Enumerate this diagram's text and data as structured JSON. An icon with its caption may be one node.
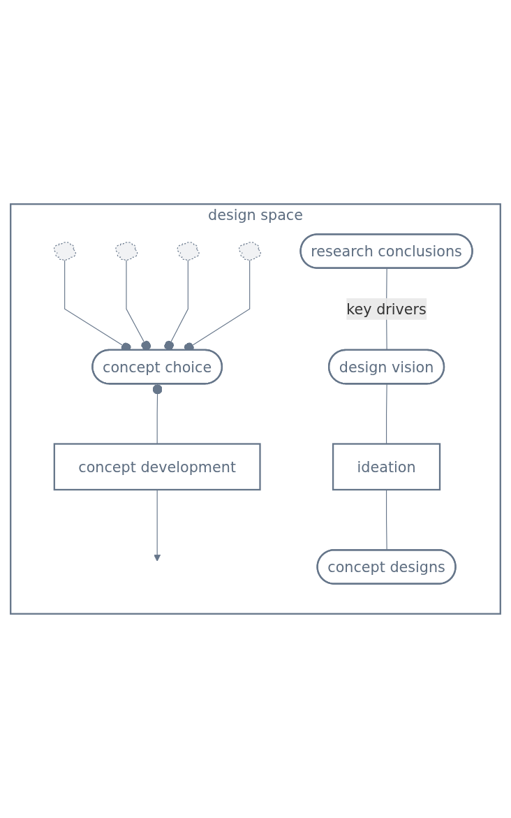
{
  "diagram": {
    "nodes": [
      {
        "text": [
          "design space"
        ]
      },
      {
        "text": [
          "research conclusions"
        ],
        "in": 0
      },
      {
        "text": [
          "design vision"
        ],
        "in": 0
      },
      {
        "text": [
          "ideation"
        ],
        "in": 0
      },
      {
        "text": [
          "concept designs"
        ],
        "in": 0
      },
      {
        "text": [],
        "shape": "cloud",
        "in": 0
      },
      {
        "text": [],
        "shape": "cloud",
        "in": 0
      },
      {
        "text": [],
        "shape": "cloud",
        "in": 0
      },
      {
        "text": [],
        "shape": "cloud",
        "in": 0
      },
      {
        "text": [
          "concept choice"
        ],
        "in": 0
      },
      {
        "text": [
          "concept development"
        ],
        "in": 0
      }
    ],
    "edges": [
      {
        "from": 1,
        "to": 2,
        "arrow": "none",
        "label": "key drivers"
      },
      {
        "from": 2,
        "to": 3,
        "arrow": "none"
      },
      {
        "from": 3,
        "to": 4,
        "arrow": "none"
      },
      {
        "from": 5,
        "to": 9,
        "arrow": "other"
      },
      {
        "from": 6,
        "to": 9,
        "arrow": "other"
      },
      {
        "from": 7,
        "to": 9,
        "arrow": "other"
      },
      {
        "from": 8,
        "to": 9,
        "arrow": "other"
      },
      {
        "from": 9,
        "to": 10,
        "arrow": "other"
      },
      {
        "from": 10,
        "to": null,
        "arrow": "to"
      }
    ]
  }
}
